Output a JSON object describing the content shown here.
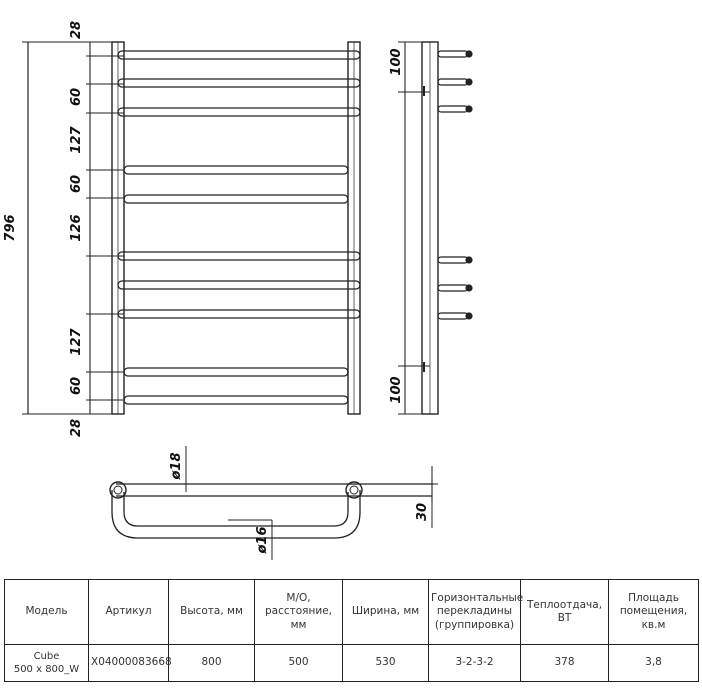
{
  "dimensions": {
    "total_height": "796",
    "front_top": "28",
    "front_60a": "60",
    "front_127a": "127",
    "front_60b": "60",
    "front_126": "126",
    "front_127b": "127",
    "front_60c": "60",
    "front_bottom": "28",
    "side_top": "100",
    "side_bottom": "100",
    "plan_tube": "ø18",
    "plan_bar": "ø16",
    "plan_depth": "30"
  },
  "table": {
    "headers": {
      "model": "Модель",
      "article": "Артикул",
      "height": "Высота, мм",
      "spacing_1": "М/О,",
      "spacing_2": "расстояние,",
      "spacing_3": "мм",
      "width": "Ширина, мм",
      "bars_1": "Горизонтальные",
      "bars_2": "перекладины",
      "bars_3": "(группировка)",
      "heat": "Теплоотдача, ВТ",
      "area_1": "Площадь",
      "area_2": "помещения,",
      "area_3": "кв.м"
    },
    "row": {
      "model_line1": "Cube",
      "model_line2": "500 x 800_W",
      "article": "X04000083668",
      "height": "800",
      "spacing": "500",
      "width": "530",
      "bars": "3-2-3-2",
      "heat": "378",
      "area": "3,8"
    }
  }
}
